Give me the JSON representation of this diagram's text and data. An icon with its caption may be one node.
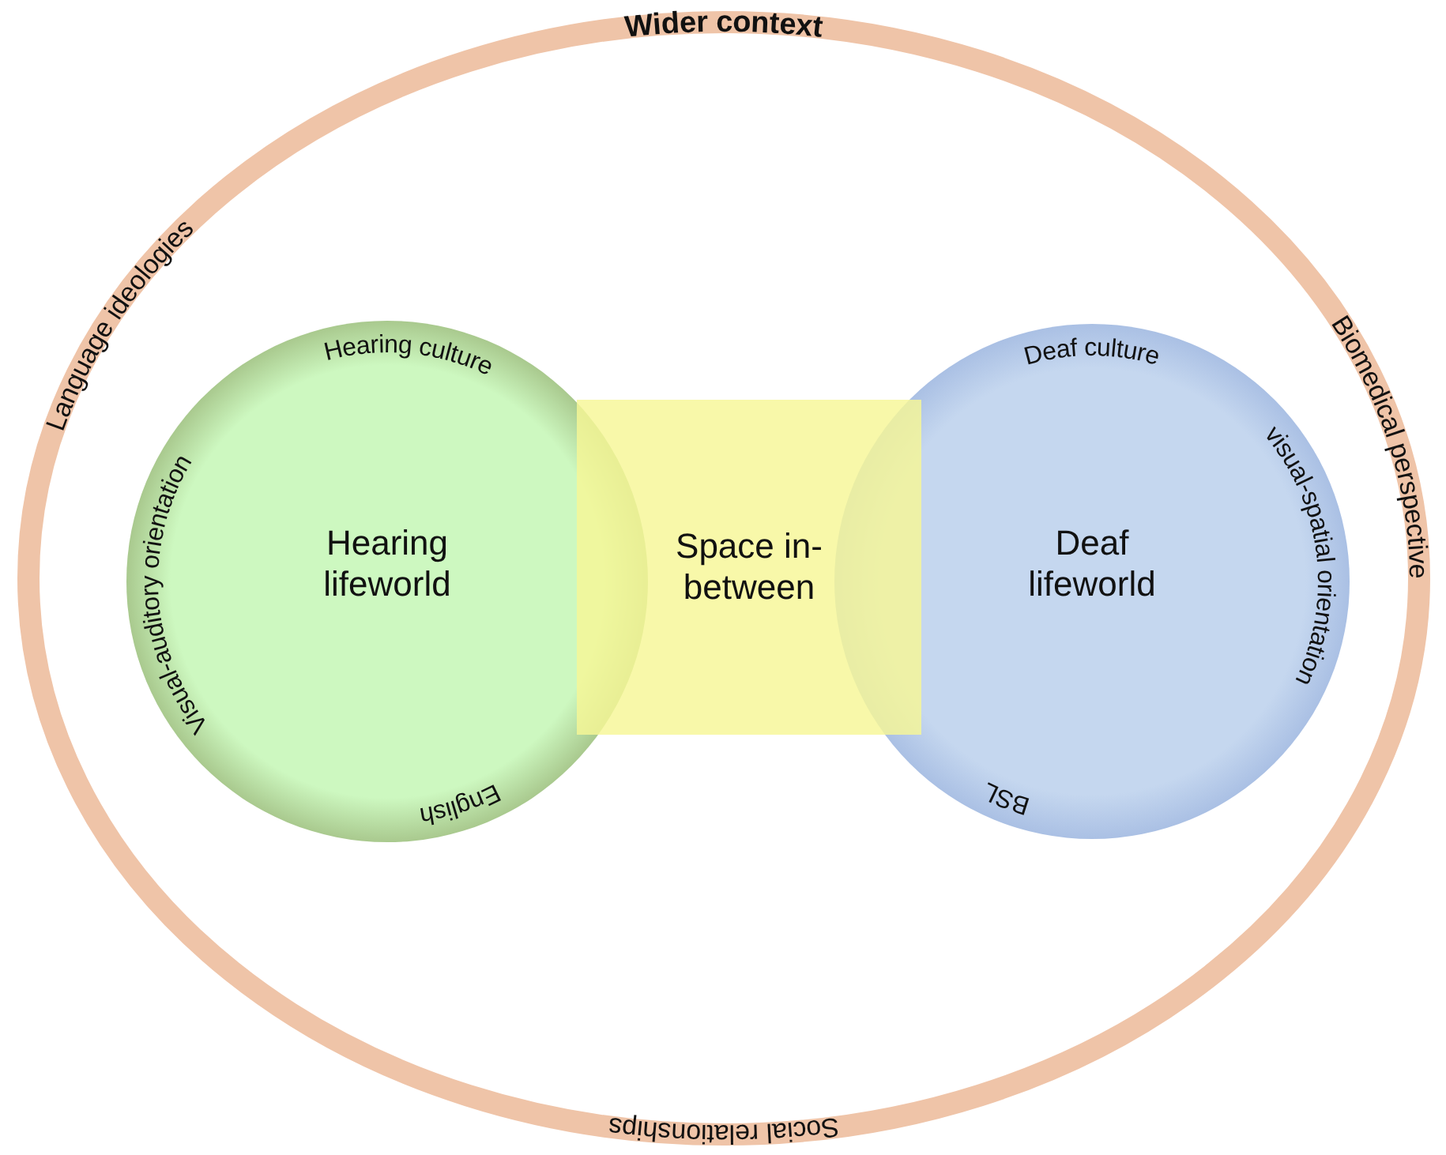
{
  "diagram": {
    "nodes": [
      {
        "text": [
          "Wider context",
          "Language ideologies",
          "Biomedical perspective",
          "Social relationships"
        ]
      },
      {
        "text": [
          "Hearing culture",
          "Visual-auditory orientation",
          "Hearing lifeworld",
          "English"
        ],
        "in": 0
      },
      {
        "text": [
          "Space in-between"
        ],
        "in": 0
      },
      {
        "text": [
          "Deaf culture",
          "visual-spatial orientation",
          "Deaf lifeworld",
          "BSL"
        ],
        "in": 0
      }
    ],
    "edges": []
  }
}
